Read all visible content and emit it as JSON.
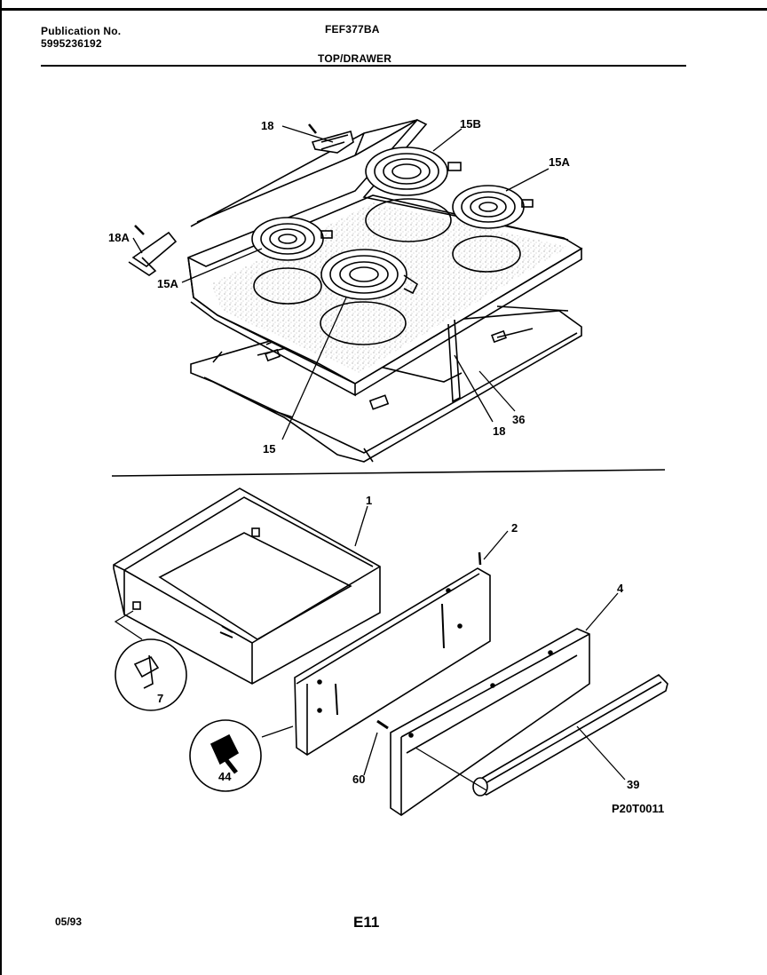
{
  "header": {
    "publication_label": "Publication No.",
    "publication_number": "5995236192",
    "model": "FEF377BA",
    "section": "TOP/DRAWER"
  },
  "callouts": {
    "c18_top": "18",
    "c15B": "15B",
    "c15A_right": "15A",
    "c18A": "18A",
    "c15A_left": "15A",
    "c15": "15",
    "c18_bottom": "18",
    "c36": "36",
    "c1": "1",
    "c2": "2",
    "c4": "4",
    "c7": "7",
    "c44": "44",
    "c60": "60",
    "c39": "39"
  },
  "figure_id": "P20T0011",
  "footer": {
    "date": "05/93",
    "page": "E11"
  }
}
